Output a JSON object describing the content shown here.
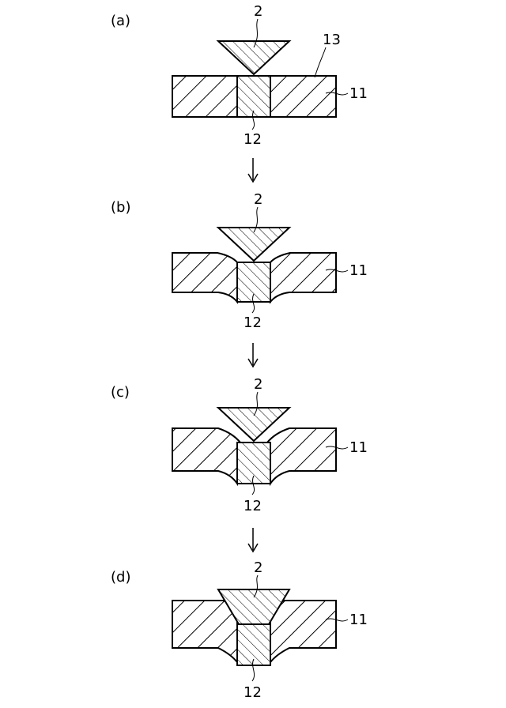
{
  "stages": [
    {
      "label": "(a)",
      "tool": "2",
      "pin": "12",
      "plate": "11",
      "surface": "13"
    },
    {
      "label": "(b)",
      "tool": "2",
      "pin": "12",
      "plate": "11"
    },
    {
      "label": "(c)",
      "tool": "2",
      "pin": "12",
      "plate": "11"
    },
    {
      "label": "(d)",
      "tool": "2",
      "pin": "12",
      "plate": "11"
    }
  ],
  "colors": {
    "stroke": "#000000",
    "fill": "#ffffff"
  }
}
